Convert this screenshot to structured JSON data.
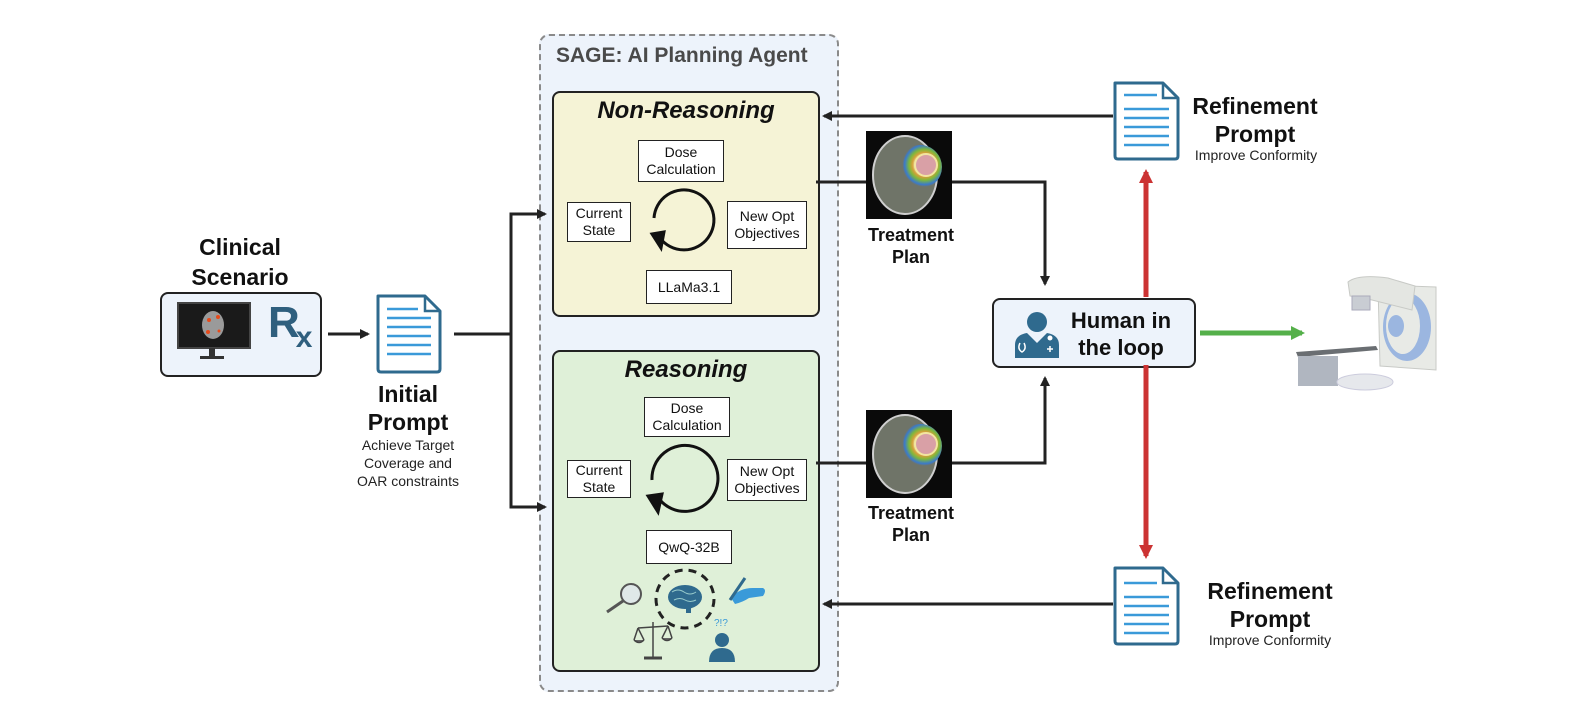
{
  "clinical_scenario": {
    "title_line1": "Clinical",
    "title_line2": "Scenario",
    "rx_symbol": "R",
    "rx_sub": "x",
    "icons": [
      "monitor-brain-scan-icon",
      "prescription-rx-icon"
    ]
  },
  "initial_prompt": {
    "title_line1": "Initial",
    "title_line2": "Prompt",
    "desc_line1": "Achieve Target",
    "desc_line2": "Coverage and",
    "desc_line3": "OAR constraints",
    "icon": "document-icon"
  },
  "sage": {
    "title": "SAGE: AI Planning Agent",
    "non_reasoning": {
      "title": "Non-Reasoning",
      "dose_line1": "Dose",
      "dose_line2": "Calculation",
      "state_line1": "Current",
      "state_line2": "State",
      "obj_line1": "New Opt",
      "obj_line2": "Objectives",
      "model": "LLaMa3.1",
      "icon": "cycle-arrow-icon"
    },
    "reasoning": {
      "title": "Reasoning",
      "dose_line1": "Dose",
      "dose_line2": "Calculation",
      "state_line1": "Current",
      "state_line2": "State",
      "obj_line1": "New Opt",
      "obj_line2": "Objectives",
      "model": "QwQ-32B",
      "icons": [
        "magnifier-icon",
        "brain-icon",
        "hand-writing-icon",
        "scales-icon",
        "thinking-person-icon"
      ]
    }
  },
  "treatment_plan_top": {
    "line1": "Treatment",
    "line2": "Plan",
    "icon": "brain-dose-map-icon"
  },
  "treatment_plan_bottom": {
    "line1": "Treatment",
    "line2": "Plan",
    "icon": "brain-dose-map-icon"
  },
  "human_in_loop": {
    "line1": "Human in",
    "line2": "the loop",
    "icon": "doctor-icon"
  },
  "refinement_top": {
    "title_line1": "Refinement",
    "title_line2": "Prompt",
    "desc": "Improve Conformity",
    "icon": "document-icon"
  },
  "refinement_bottom": {
    "title_line1": "Refinement",
    "title_line2": "Prompt",
    "desc": "Improve Conformity",
    "icon": "document-icon"
  },
  "linac": {
    "icon": "linear-accelerator-icon"
  },
  "colors": {
    "doc_blue": "#2f6a8e",
    "doc_lines": "#3a9ad9",
    "red_arrow": "#cc3333",
    "green_arrow": "#55b04a",
    "non_reasoning_bg": "#f5f3d6",
    "reasoning_bg": "#dff0d8",
    "sage_bg": "#edf3fb"
  }
}
